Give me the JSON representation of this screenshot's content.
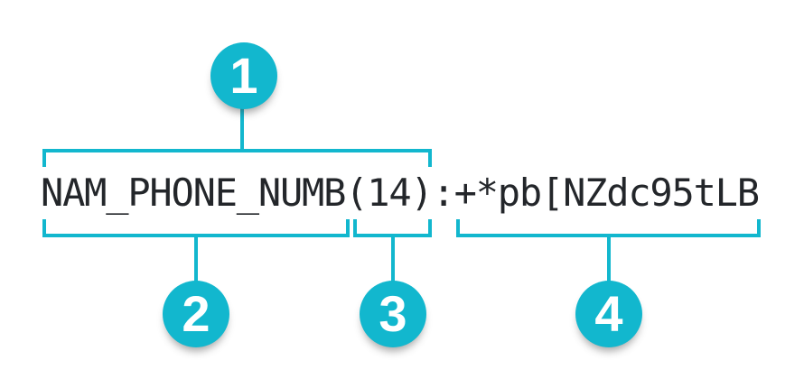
{
  "diagram": {
    "record_string": "NAM_PHONE_NUMB(14):+*pb[NZdc95tLB",
    "callouts": [
      {
        "label": "1",
        "covers_text": "NAM_PHONE_NUMB(14)",
        "bracket_position": "above"
      },
      {
        "label": "2",
        "covers_text": "NAM_PHONE_NUMB",
        "bracket_position": "below"
      },
      {
        "label": "3",
        "covers_text": "(14)",
        "bracket_position": "below"
      },
      {
        "label": "4",
        "covers_text": "+*pb[NZdc95tLB",
        "bracket_position": "below"
      }
    ],
    "colors": {
      "accent": "#12b7ce",
      "text": "#23262a",
      "background": "#ffffff"
    }
  }
}
